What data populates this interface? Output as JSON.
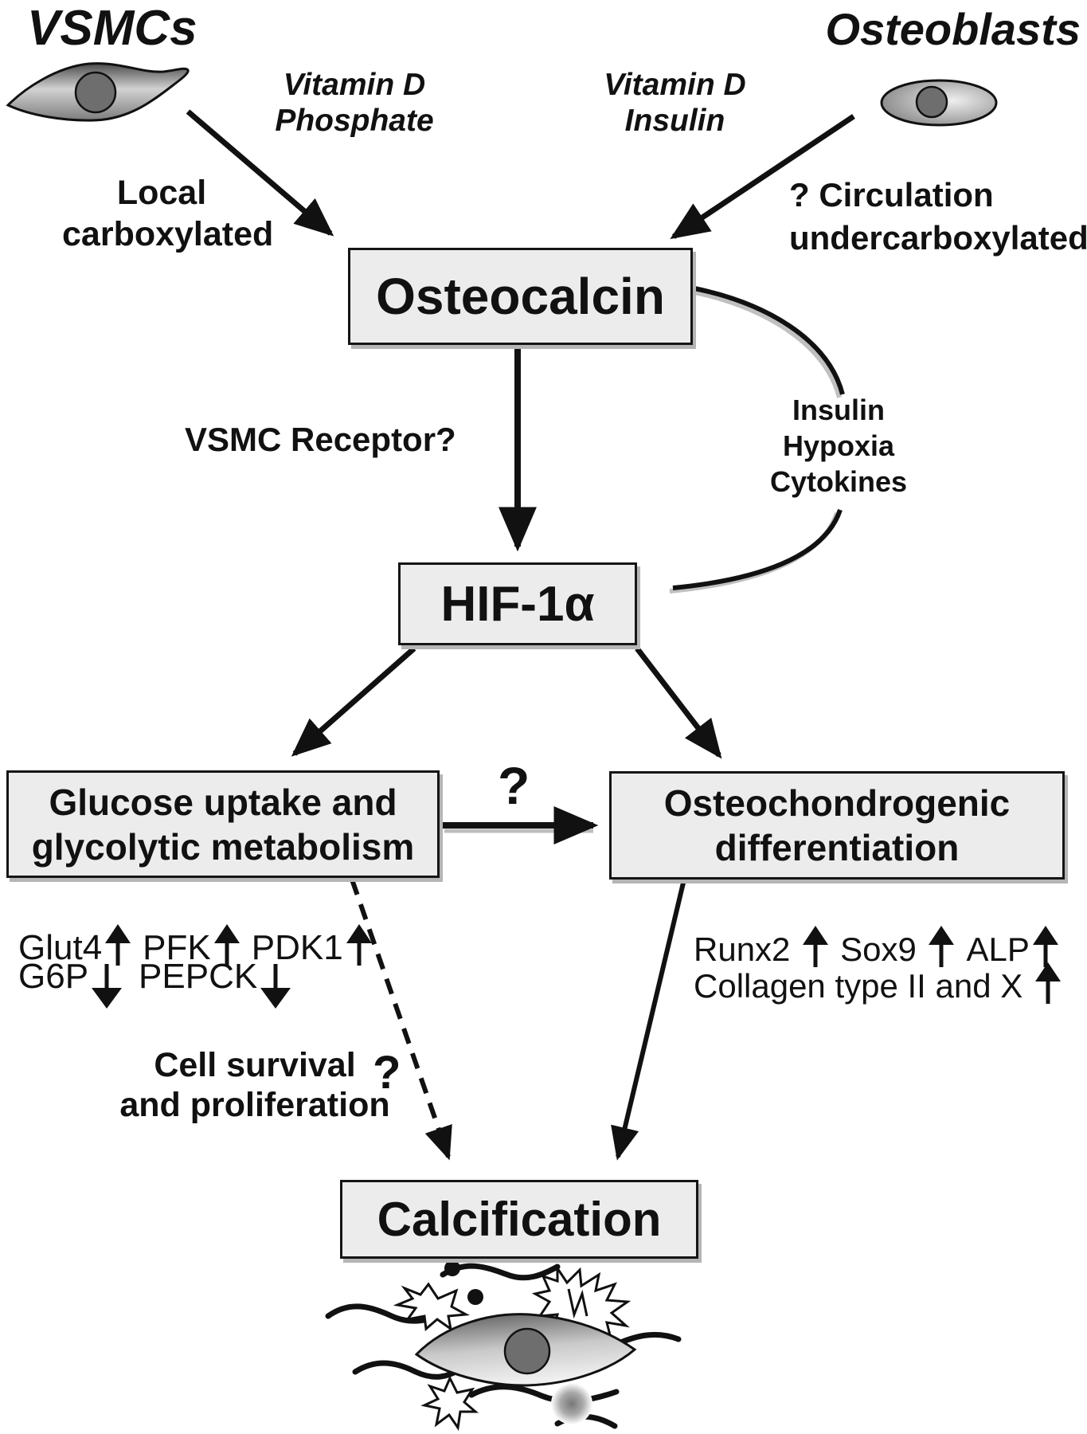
{
  "titles": {
    "left": "VSMCs",
    "right": "Osteoblasts"
  },
  "inputs_left": {
    "line1": "Vitamin D",
    "line2": "Phosphate"
  },
  "inputs_right": {
    "line1": "Vitamin D",
    "line2": "Insulin"
  },
  "label_local": {
    "line1": "Local",
    "line2": "carboxylated"
  },
  "label_circulation": {
    "line1": "? Circulation",
    "line2": "undercarboxylated"
  },
  "nodes": {
    "osteocalcin": "Osteocalcin",
    "hif": "HIF-1α",
    "glucose": {
      "line1": "Glucose uptake and",
      "line2": "glycolytic metabolism"
    },
    "osteochondrogenic": {
      "line1": "Osteochondrogenic",
      "line2": "differentiation"
    },
    "calcification": "Calcification"
  },
  "label_receptor": "VSMC Receptor?",
  "loop_labels": {
    "line1": "Insulin",
    "line2": "Hypoxia",
    "line3": "Cytokines"
  },
  "question_mid": "?",
  "question_survival": "?",
  "label_survival": {
    "line1": "Cell survival",
    "line2": "and proliferation"
  },
  "markers_glycolysis": {
    "line1": [
      {
        "label": "Glut4",
        "dir": "up"
      },
      {
        "label": "PFK",
        "dir": "up"
      },
      {
        "label": "PDK1",
        "dir": "up"
      }
    ],
    "line2": [
      {
        "label": "G6P",
        "dir": "down"
      },
      {
        "label": "PEPCK",
        "dir": "down"
      }
    ]
  },
  "markers_osteochondrogenic": {
    "line1": [
      {
        "label": "Runx2 ",
        "dir": "up"
      },
      {
        "label": "Sox9 ",
        "dir": "up"
      },
      {
        "label": "ALP",
        "dir": "up"
      }
    ],
    "line2": [
      {
        "label": "Collagen type II and X ",
        "dir": "up"
      }
    ]
  },
  "icons": {
    "vsmc_cell": "spindle-smooth-muscle-cell",
    "osteoblast_cell": "oval-osteoblast-cell",
    "calcification_scene": [
      "collagen-fibers",
      "mineral-crystal-stars",
      "matrix-vesicles",
      "calcifying-cell"
    ]
  },
  "colors": {
    "ink": "#111111",
    "box_fill": "#ececec",
    "box_border": "#151515",
    "box_shadow": "#b5b5b5",
    "arc_shadow": "#c0c0c0",
    "nucleus": "#6e6e6e"
  }
}
